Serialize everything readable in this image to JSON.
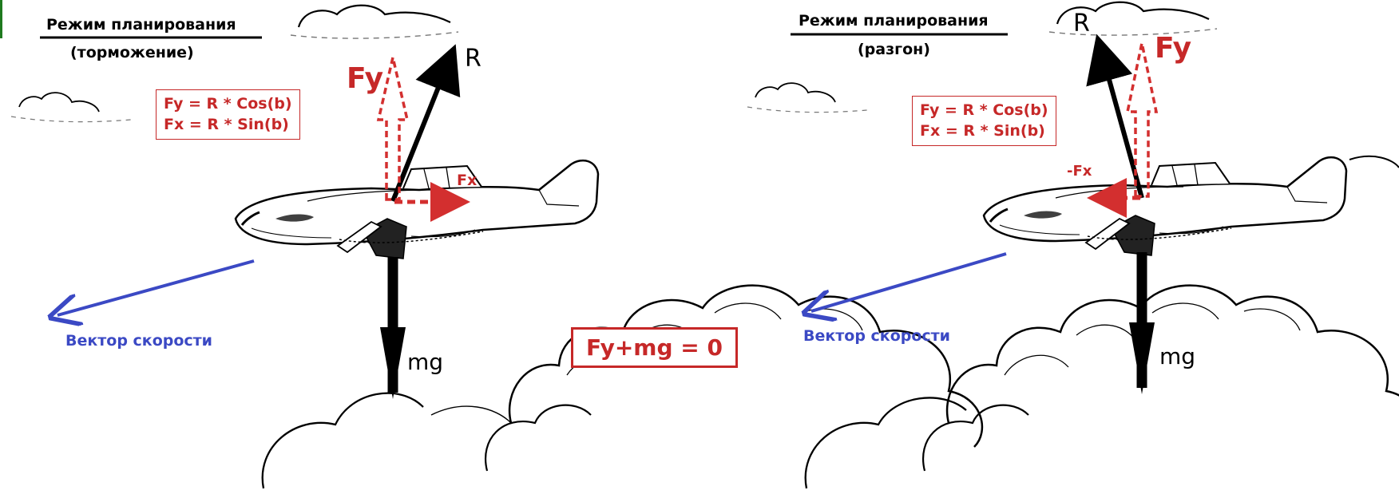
{
  "left_panel": {
    "title": "Режим планирования",
    "subtitle": "(торможение)",
    "formula_1": "Fy = R * Cos(b)",
    "formula_2": "Fx = R * Sin(b)",
    "label_fy": "Fy",
    "label_r": "R",
    "label_fx": "Fx",
    "label_mg": "mg",
    "velocity_label": "Вектор скорости",
    "equation": "Fy+mg = 0"
  },
  "right_panel": {
    "title": "Режим планирования",
    "subtitle": "(разгон)",
    "formula_1": "Fy = R * Cos(b)",
    "formula_2": "Fx = R * Sin(b)",
    "label_fy": "Fy",
    "label_r": "R",
    "label_fx": "-Fx",
    "label_mg": "mg",
    "velocity_label": "Вектор скорости"
  },
  "colors": {
    "force_red": "#c62828",
    "velocity_blue": "#3b49c4",
    "vector_black": "#000000"
  }
}
